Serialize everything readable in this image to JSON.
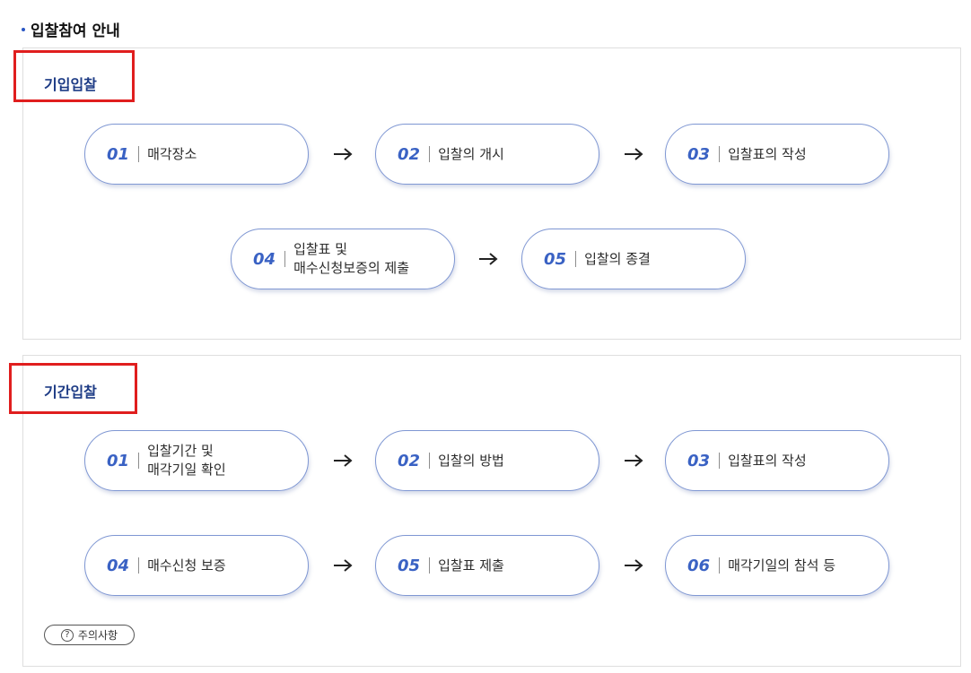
{
  "page_title": "입찰참여 안내",
  "sections": [
    {
      "title": "기입입찰",
      "steps": [
        {
          "num": "01",
          "label": "매각장소"
        },
        {
          "num": "02",
          "label": "입찰의 개시"
        },
        {
          "num": "03",
          "label": "입찰표의 작성"
        },
        {
          "num": "04",
          "label": "입찰표 및\n매수신청보증의 제출"
        },
        {
          "num": "05",
          "label": "입찰의 종결"
        }
      ]
    },
    {
      "title": "기간입찰",
      "steps": [
        {
          "num": "01",
          "label": "입찰기간 및\n매각기일 확인"
        },
        {
          "num": "02",
          "label": "입찰의 방법"
        },
        {
          "num": "03",
          "label": "입찰표의 작성"
        },
        {
          "num": "04",
          "label": "매수신청 보증"
        },
        {
          "num": "05",
          "label": "입찰표 제출"
        },
        {
          "num": "06",
          "label": "매각기일의 참석 등"
        }
      ]
    }
  ],
  "notice_button": {
    "label": "주의사항",
    "icon": "question-circle-icon"
  },
  "colors": {
    "accent": "#3a62c4",
    "heading": "#1d3b85",
    "highlight": "#e01e1e",
    "pill_border": "#7f97d3"
  }
}
